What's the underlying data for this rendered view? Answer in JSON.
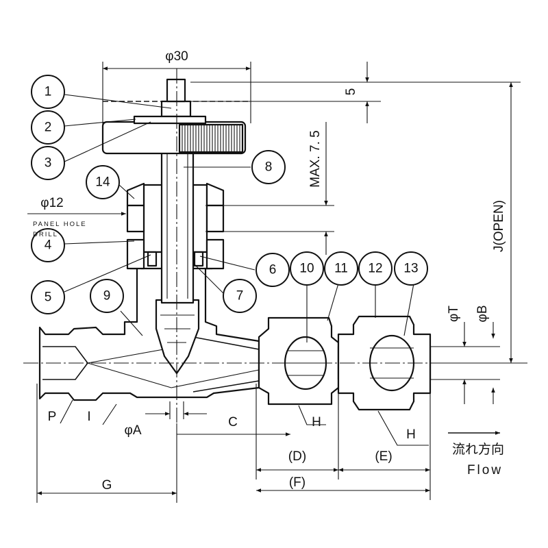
{
  "figure": {
    "dims": {
      "phi30": "φ30",
      "phi12": "φ12",
      "five": "5",
      "max75": "MAX. 7. 5",
      "j_open": "J(OPEN)",
      "phiT": "φT",
      "phiB": "φB",
      "p": "P",
      "i": "I",
      "phiA": "φA",
      "c": "C",
      "h_left": "H",
      "h_right": "H",
      "d": "(D)",
      "e": "(E)",
      "f": "(F)",
      "g": "G"
    },
    "panel_hole": [
      "PANEL HOLE",
      "DRILL"
    ],
    "flow": {
      "ja": "流れ方向",
      "en": "Flow"
    },
    "balloons": {
      "b1": "1",
      "b2": "2",
      "b3": "3",
      "b4": "4",
      "b5": "5",
      "b6": "6",
      "b7": "7",
      "b8": "8",
      "b9": "9",
      "b10": "10",
      "b11": "11",
      "b12": "12",
      "b13": "13",
      "b14": "14"
    }
  }
}
